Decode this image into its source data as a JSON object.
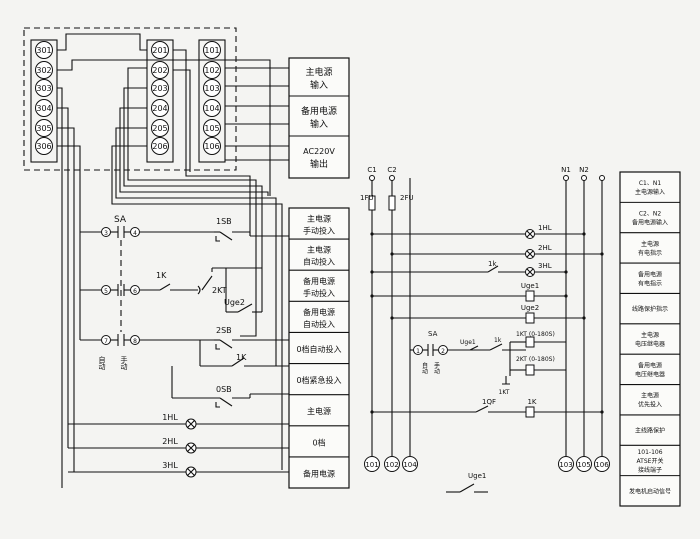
{
  "left": {
    "terminals_300": [
      "301",
      "302",
      "303",
      "304",
      "305",
      "306"
    ],
    "terminals_200": [
      "201",
      "202",
      "203",
      "204",
      "205",
      "206"
    ],
    "terminals_100": [
      "101",
      "102",
      "103",
      "104",
      "105",
      "106"
    ],
    "io_boxes": [
      {
        "line1": "主电源",
        "line2": "输入"
      },
      {
        "line1": "备用电源",
        "line2": "输入"
      },
      {
        "line1": "AC220V",
        "line2": "输出"
      }
    ],
    "function_boxes": [
      {
        "line1": "主电源",
        "line2": "手动投入"
      },
      {
        "line1": "主电源",
        "line2": "自动投入"
      },
      {
        "line1": "备用电源",
        "line2": "手动投入"
      },
      {
        "line1": "备用电源",
        "line2": "自动投入"
      },
      {
        "line1": "0档自动投入",
        "line2": ""
      },
      {
        "line1": "0档紧急投入",
        "line2": ""
      },
      {
        "line1": "主电源",
        "line2": ""
      },
      {
        "line1": "0档",
        "line2": ""
      },
      {
        "line1": "备用电源",
        "line2": ""
      }
    ],
    "sa_label": "SA",
    "sa_contacts": [
      "3",
      "4",
      "5",
      "6",
      "7",
      "8"
    ],
    "sa_mode_auto": "自动",
    "sa_mode_manual": "手动",
    "labels": {
      "sb1": "1SB",
      "sb2": "2SB",
      "sb0": "0SB",
      "k1": "1K",
      "k1b": "1K",
      "kt2": "2KT",
      "uge2": "Uge2"
    },
    "lamps": [
      "1HL",
      "2HL",
      "3HL"
    ]
  },
  "right": {
    "top_labels": [
      "C1",
      "C2",
      "N1",
      "N2"
    ],
    "fuses": [
      "1FU",
      "2FU"
    ],
    "components": {
      "hl1": "1HL",
      "hl2": "2HL",
      "hl3": "3HL",
      "k1": "1k",
      "uge1": "Uge1",
      "uge2": "Uge2",
      "sa": "SA",
      "sa1": "1",
      "sa2": "2",
      "sa_auto": "自动",
      "sa_manual": "手动",
      "uge1b": "Uge1",
      "k1c": "1k",
      "kt1": "1KT (0-180S)",
      "kt2": "2KT (0-180S)",
      "kt1b": "1KT",
      "qf1": "1QF",
      "k1d": "1K",
      "uge1_bottom": "Uge1"
    },
    "bottom_terminals": [
      "101",
      "102",
      "104",
      "103",
      "105",
      "106"
    ],
    "legend": [
      {
        "line1": "C1、N1",
        "line2": "主电源输入"
      },
      {
        "line1": "C2、N2",
        "line2": "备用电源输入"
      },
      {
        "line1": "主电源",
        "line2": "有电指示"
      },
      {
        "line1": "备用电源",
        "line2": "有电指示"
      },
      {
        "line1": "线路保护指示",
        "line2": ""
      },
      {
        "line1": "主电源",
        "line2": "电压继电器"
      },
      {
        "line1": "备用电源",
        "line2": "电压继电器"
      },
      {
        "line1": "主电源",
        "line2": "优先投入"
      },
      {
        "line1": "主线路保护",
        "line2": ""
      },
      {
        "line1": "101-106",
        "line2": "ATSE开关",
        "line3": "接线端子"
      },
      {
        "line1": "发电机启动信号",
        "line2": ""
      }
    ]
  }
}
